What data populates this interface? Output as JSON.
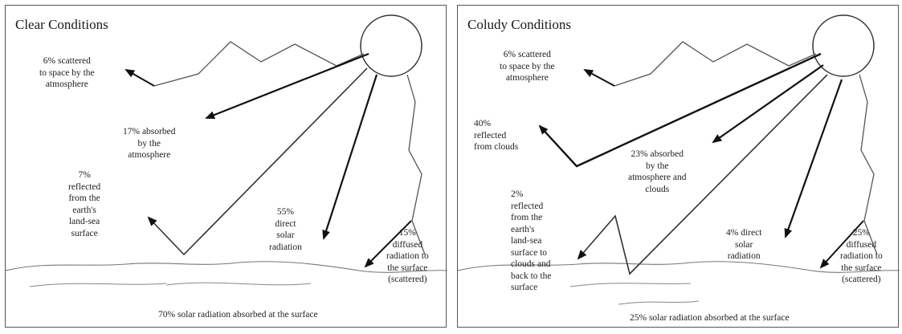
{
  "panels": [
    {
      "title": "Clear Conditions",
      "labels": {
        "scattered": "6% scattered\nto space by the\natmosphere",
        "absorbed": "17% absorbed\nby the\natmosphere",
        "reflected": "7%\nreflected\nfrom the\nearth's\nland-sea\nsurface",
        "direct": "55%\ndirect\nsolar\nradiation",
        "diffused": "15%\ndiffused\nradiation to\nthe surface\n(scattered)",
        "surface": "70% solar radiation absorbed at the surface"
      }
    },
    {
      "title": "Coludy Conditions",
      "labels": {
        "scattered": "6% scattered\nto space by the\natmosphere",
        "clouds_reflected": "40%\nreflected\nfrom clouds",
        "absorbed": "23% absorbed\nby the\natmosphere and\nclouds",
        "reflected": "2%\nreflected\nfrom the\nearth's\nland-sea\nsurface to\nclouds and\nback to the\nsurface",
        "direct": "4% direct\nsolar\nradiation",
        "diffused": "25%\ndiffused\nradiation to\nthe surface\n(scattered)",
        "surface": "25% solar radiation absorbed at the surface"
      }
    }
  ]
}
